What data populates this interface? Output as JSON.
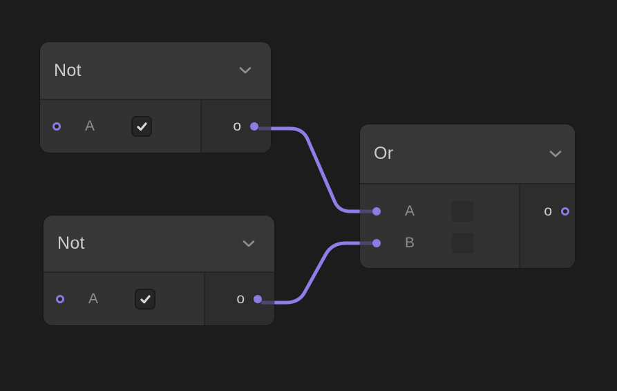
{
  "editor": {
    "background": "#1d1c1c",
    "accent_purple": "#8b7ae2",
    "wire_purple": "#8f7ee8",
    "wire_dim_purple": "#4e4570",
    "node_header_color": "#383737",
    "node_body_color": "#333232",
    "node_output_column_color": "#2e2d2d"
  },
  "nodes": [
    {
      "title": "Not",
      "inputs": [
        {
          "label": "A",
          "connected": false,
          "control": "checkbox",
          "checked": true
        }
      ],
      "outputs": [
        {
          "label": "o",
          "connected": true
        }
      ]
    },
    {
      "title": "Not",
      "inputs": [
        {
          "label": "A",
          "connected": false,
          "control": "checkbox",
          "checked": true
        }
      ],
      "outputs": [
        {
          "label": "o",
          "connected": true
        }
      ]
    },
    {
      "title": "Or",
      "inputs": [
        {
          "label": "A",
          "connected": true,
          "control": "checkbox-disabled"
        },
        {
          "label": "B",
          "connected": true,
          "control": "checkbox-disabled"
        }
      ],
      "outputs": [
        {
          "label": "o",
          "connected": false
        }
      ]
    }
  ],
  "connections": [
    {
      "from": "Not-1 output o",
      "to": "Or input A"
    },
    {
      "from": "Not-2 output o",
      "to": "Or input B"
    }
  ]
}
